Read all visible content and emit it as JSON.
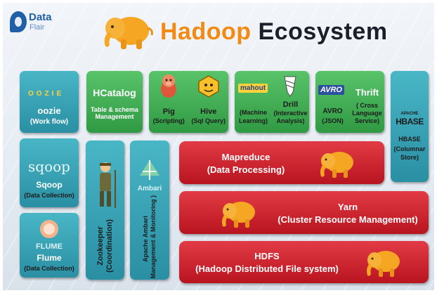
{
  "logo": {
    "line1": "Data",
    "line2": "Flair"
  },
  "title": {
    "part1": "Hadoop",
    "part2": "Ecosystem"
  },
  "colors": {
    "teal": "#2a8fa3",
    "green": "#2f9a43",
    "red": "#c41d28",
    "orange": "#f28a14",
    "elephant": "#f5a623"
  },
  "top_row": {
    "oozie": {
      "logo": "OOZIE",
      "name": "oozie",
      "desc": "(Work flow)"
    },
    "hcatalog": {
      "name": "HCatalog",
      "desc": "Table & schema Management"
    },
    "pig": {
      "name": "Pig",
      "desc": "(Scripting)"
    },
    "hive": {
      "name": "Hive",
      "desc": "(Sql Query)"
    },
    "mahout": {
      "logo": "mahout",
      "desc1": "(Machine",
      "desc2": "Learning)"
    },
    "drill": {
      "name": "Drill",
      "desc1": "(Interactive",
      "desc2": "Analysis)"
    },
    "avro": {
      "logo": "AVRO",
      "name": "AVRO",
      "desc": "(JSON)"
    },
    "thrift": {
      "name": "Thrift",
      "desc1": "( Cross",
      "desc2": "Language",
      "desc3": "Service)"
    },
    "hbase": {
      "logo_small": "APACHE",
      "logo": "HBASE",
      "name": "HBASE",
      "desc1": "(Columnar",
      "desc2": "Store)"
    }
  },
  "left_col": {
    "sqoop": {
      "logo": "sqoop",
      "name": "Sqoop",
      "desc": "(Data Collection)"
    },
    "flume": {
      "logo": "FLUME",
      "name": "Flume",
      "desc": "(Data Collection)"
    },
    "zookeeper": {
      "line1": "Zookeeper",
      "line2": "(Coordination)"
    },
    "ambari": {
      "logo": "Ambari",
      "line1": "Apache Ambari",
      "line2": "( Management & Monitoring )"
    }
  },
  "layers": {
    "mapreduce": {
      "name": "Mapreduce",
      "desc": "(Data Processing)"
    },
    "yarn": {
      "name": "Yarn",
      "desc": "(Cluster Resource Management)"
    },
    "hdfs": {
      "name": "HDFS",
      "desc": "(Hadoop Distributed File system)"
    }
  }
}
